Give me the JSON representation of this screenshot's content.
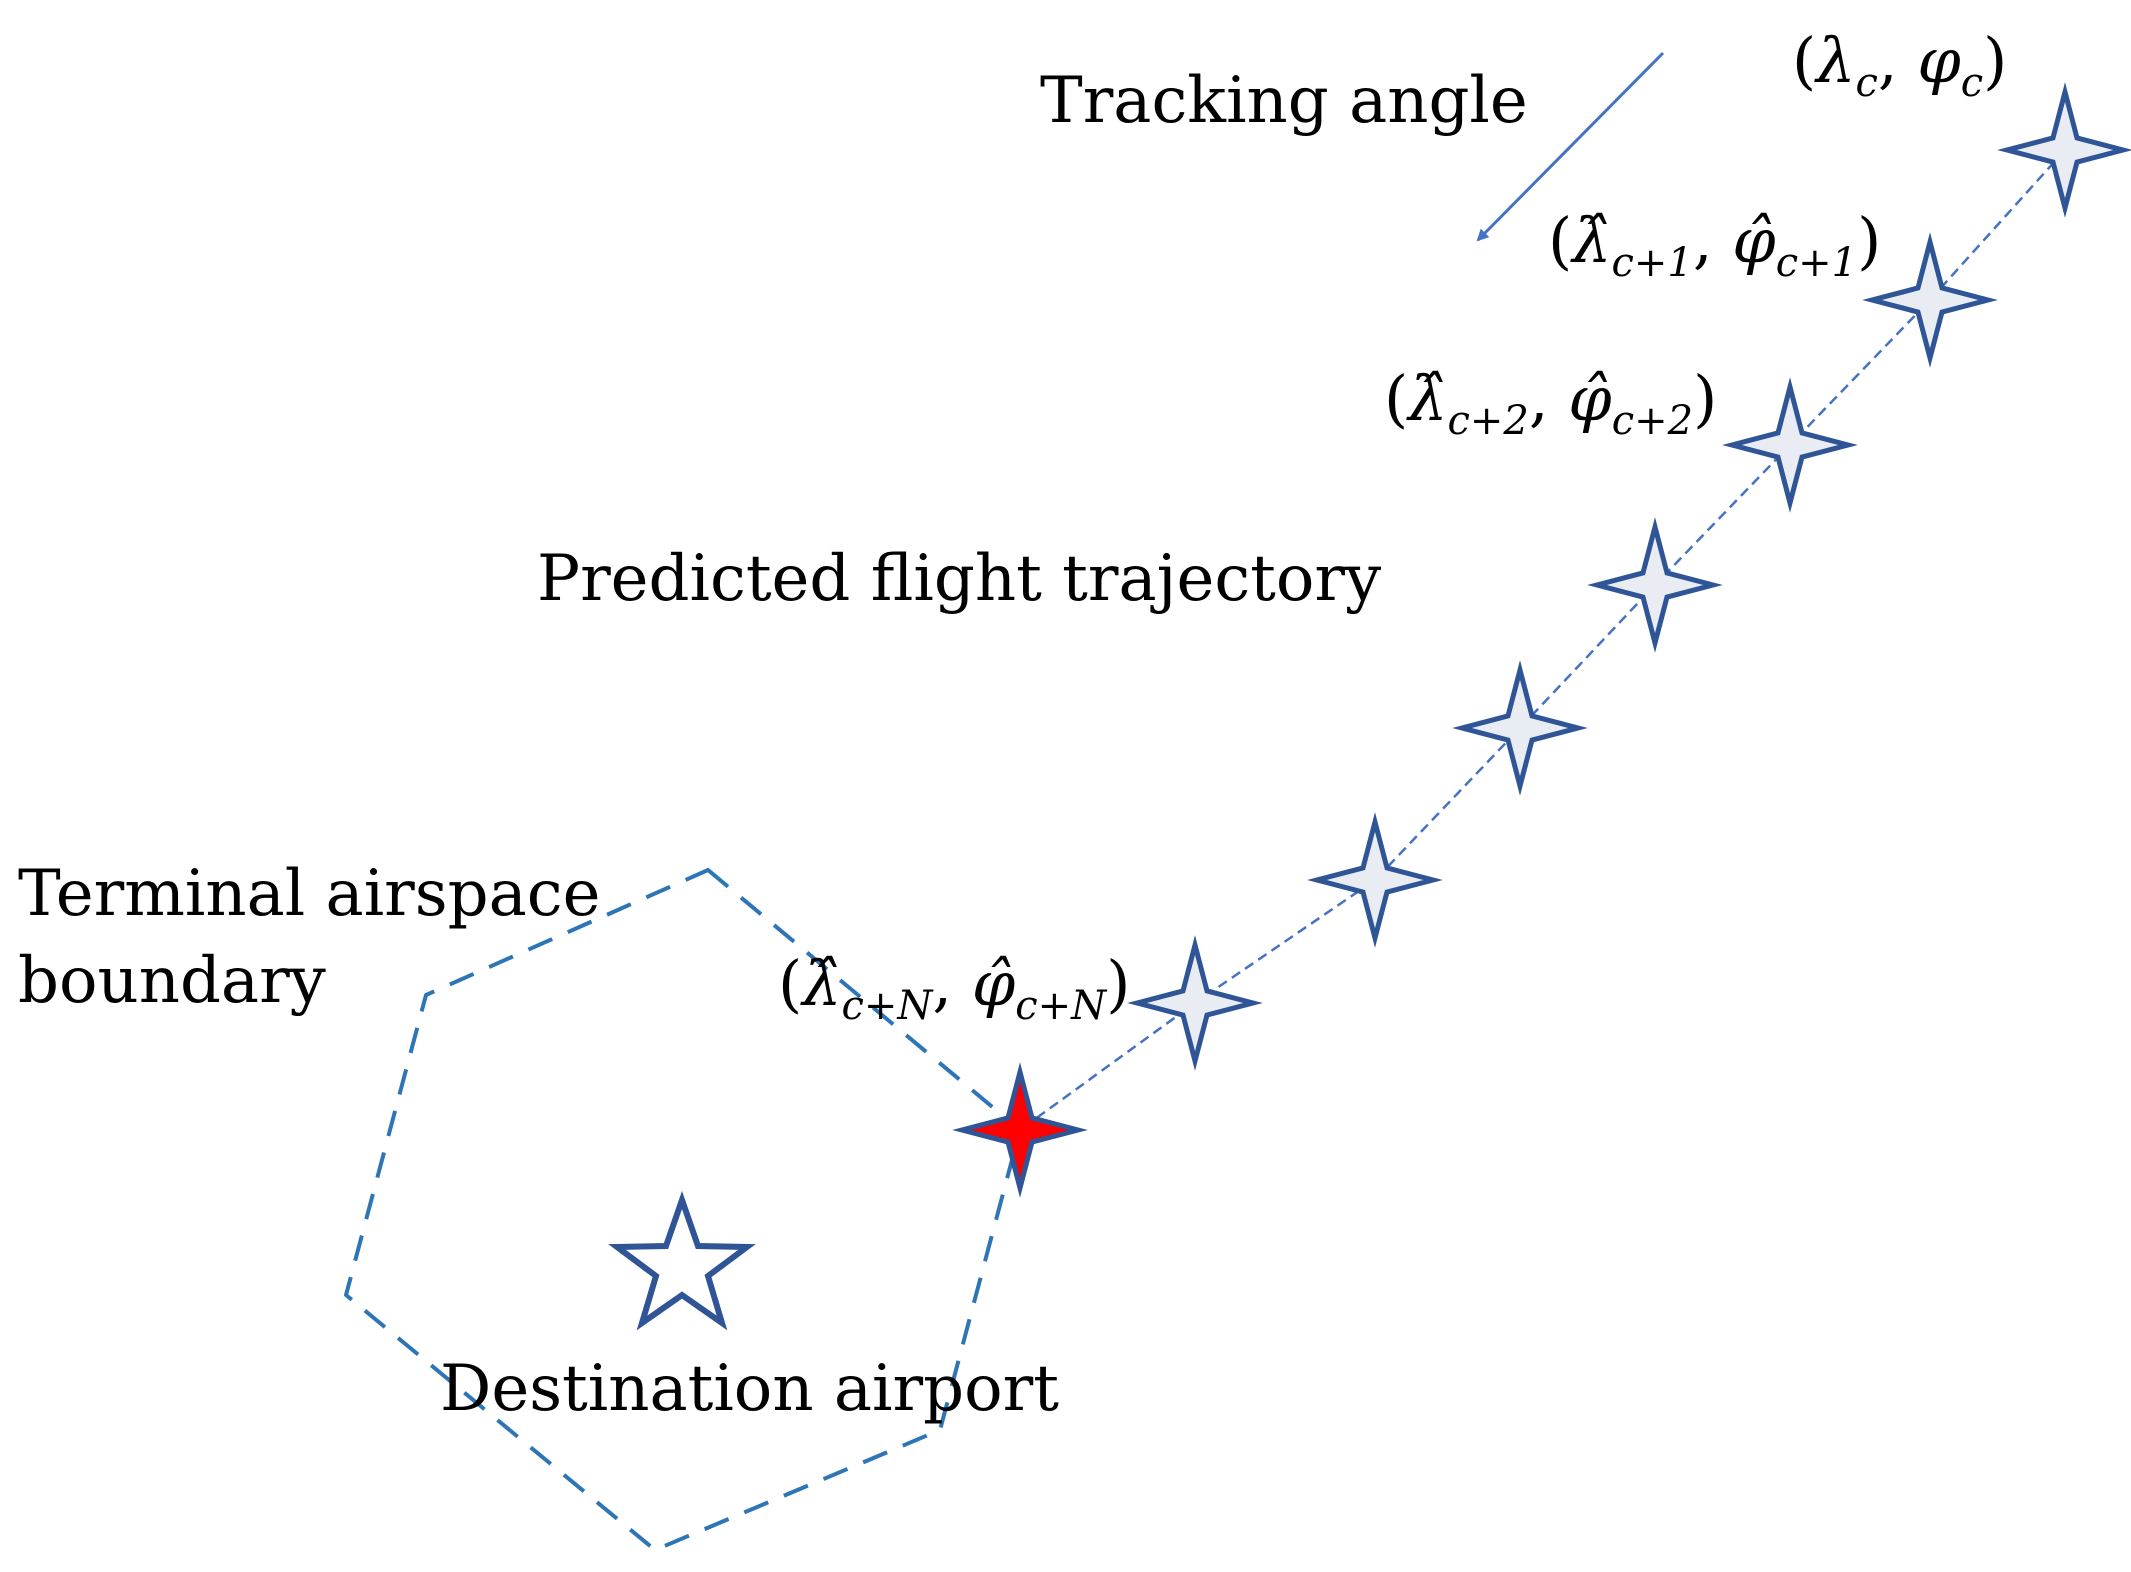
{
  "labels": {
    "tracking_angle": "Tracking angle",
    "predicted_trajectory": "Predicted flight trajectory",
    "terminal_boundary_line1": "Terminal airspace",
    "terminal_boundary_line2": "boundary",
    "destination_airport": "Destination airport"
  },
  "coordinates": {
    "current": {
      "open": "(",
      "lambda": "λ",
      "lambda_sub": "c",
      "sep": ", ",
      "phi": "φ",
      "phi_sub": "c",
      "close": ")"
    },
    "step1": {
      "open": "(",
      "lambda": "λ̂",
      "lambda_sub": "c+1",
      "sep": ", ",
      "phi": "φ̂",
      "phi_sub": "c+1",
      "close": ")"
    },
    "step2": {
      "open": "(",
      "lambda": "λ̂",
      "lambda_sub": "c+2",
      "sep": ", ",
      "phi": "φ̂",
      "phi_sub": "c+2",
      "close": ")"
    },
    "stepN": {
      "open": "(",
      "lambda": "λ̂",
      "lambda_sub": "c+N",
      "sep": ", ",
      "phi": "φ̂",
      "phi_sub": "c+N",
      "close": ")"
    }
  },
  "colors": {
    "star_outline": "#2f5597",
    "star_fill": "#e9ecf2",
    "boundary": "#2e75b6",
    "trajectory": "#4472c4",
    "arrow": "#4472c4",
    "crossing_star_fill": "#ff0000"
  }
}
